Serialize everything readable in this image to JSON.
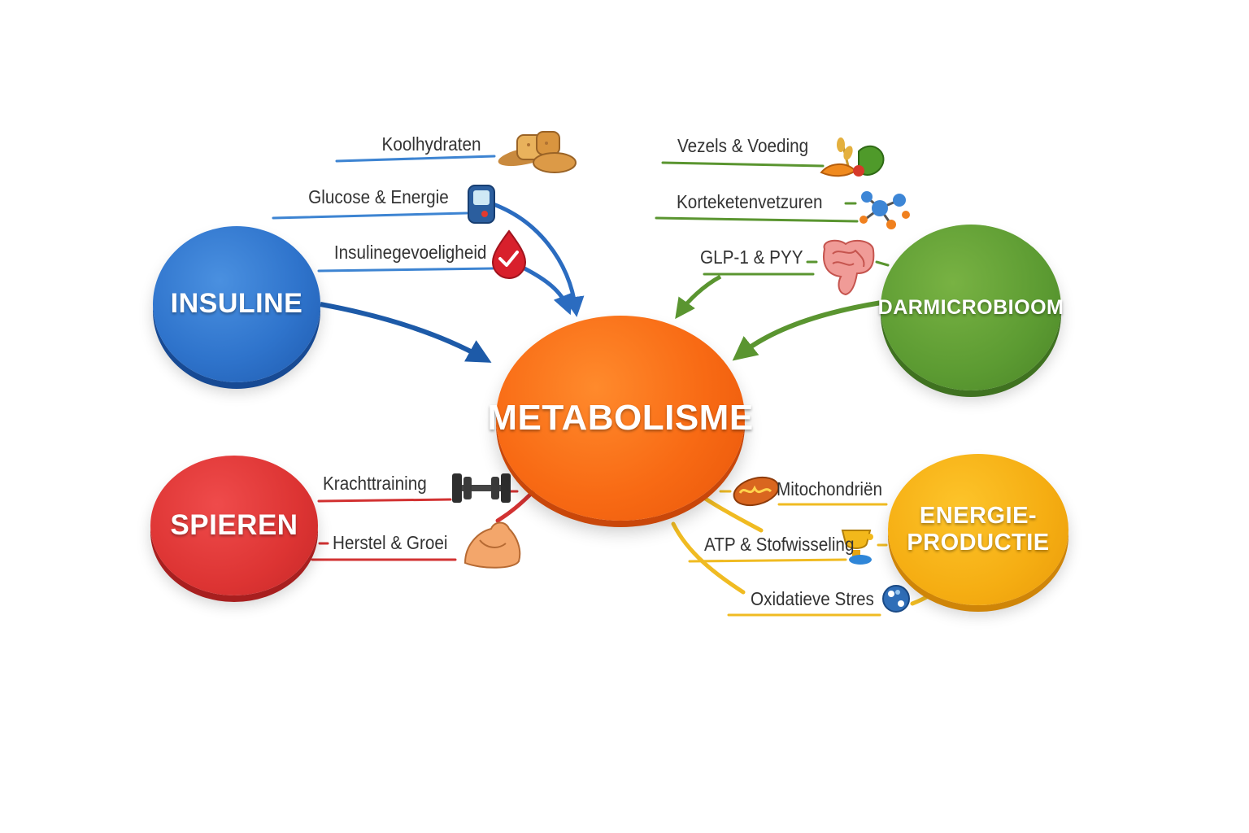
{
  "nodes": {
    "insuline": "INSULINE",
    "darmmicrobioom": "DARMICROBIOOM",
    "metabolisme": "METABOLISME",
    "spieren": "SPIEREN",
    "energieproductie": [
      "ENERGIE-",
      "PRODUCTIE"
    ]
  },
  "labels": {
    "koolhydraten": "Koolhydraten",
    "glucose": "Glucose & Energie",
    "insulinegevoeligheid": "Insulinegevoeligheid",
    "vezels": "Vezels & Voeding",
    "korteketen": "Korteketenvetzuren",
    "glp": "GLP-1 & PYY",
    "krachttraining": "Krachttraining",
    "herstel": "Herstel & Groei",
    "mitochondrien": "Mitochondriën",
    "atp": "ATP & Stofwisseling",
    "oxidatieve": "Oxidatieve Stres"
  },
  "icons": {
    "koolhydraten": "bread-icon",
    "glucose": "glucose-meter-icon",
    "insulinegevoeligheid": "blood-drop-check-icon",
    "vezels": "vegetables-grain-icon",
    "korteketen": "molecule-icon",
    "glp": "intestine-icon",
    "krachttraining": "dumbbell-icon",
    "herstel": "flexed-arm-icon",
    "mitochondrien": "mitochondrion-icon",
    "atp": "atp-trophy-icon",
    "oxidatieve": "oxidative-stress-icon"
  },
  "colors": {
    "blue": "#2f74cc",
    "green": "#5c9b32",
    "orange": "#f86a14",
    "red": "#dd3433",
    "yellow": "#f5ad12"
  }
}
